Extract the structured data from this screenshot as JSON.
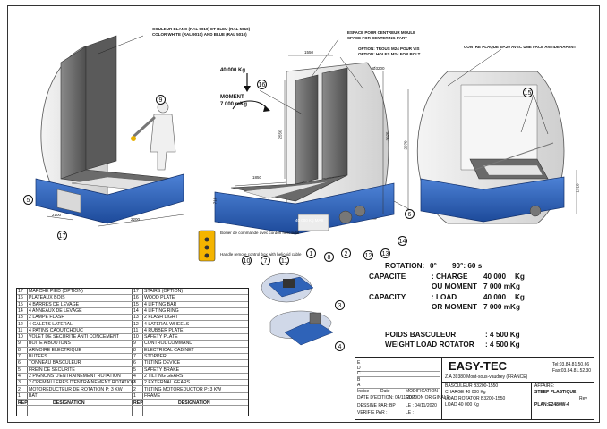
{
  "labels": {
    "color_fr": "COULEUR BLANC (RAL 9010) ET BLEU (RAL 5010)",
    "color_en": "COLOR WHITE (RAL 9010) AND BLUE (RAL 5010)",
    "centering_fr": "ESPACE POUR CENTREUR MOULE",
    "centering_en": "SPACE FOR CENTERING PART",
    "holes_fr": "OPTION: TROUS M24 POUR VIS",
    "holes_en": "OPTION: HOLES M24 FOR BOLT",
    "plate": "CONTRE PLAQUE EP.20 AVEC UNE FACE ANTIDERAPANT",
    "load": "40 000 Kg",
    "moment_label": "MOMENT",
    "moment_value": "7 000 mKg",
    "remote_fr": "Boitier de commande avec cordon helicoidal",
    "remote_en": "Handle remote control box with helicoid cable",
    "dim_1550": "1550",
    "dim_3200": "Ø3200",
    "dim_2550": "2550",
    "dim_3075": "3075",
    "dim_2070": "2070",
    "dim_1850": "1850",
    "dim_710": "710",
    "dim_2100": "2100",
    "dim_2200": "2200",
    "dim_1910": "1910",
    "machine_text": "40 000 Kg MAX"
  },
  "callouts": [
    "1",
    "2",
    "3",
    "4",
    "5",
    "6",
    "7",
    "8",
    "9",
    "10",
    "11",
    "12",
    "13",
    "14",
    "15",
    "16",
    "17"
  ],
  "specs": {
    "rotation_label": "ROTATION:",
    "rotation_value": "0°",
    "rotation_arrow": "90°: 60 s",
    "capacite": "CAPACITE",
    "charge": ": CHARGE",
    "charge_value": "40 000",
    "charge_unit": "Kg",
    "ou_moment": "OU MOMENT",
    "ou_moment_value": "7 000 mKg",
    "capacity": "CAPACITY",
    "load_label": ": LOAD",
    "load_value": "40 000",
    "load_unit": "Kg",
    "or_moment": "OR MOMENT",
    "or_moment_value": "7 000 mKg",
    "poids": "POIDS BASCULEUR",
    "poids_value": ": 4 500 Kg",
    "weight": "WEIGHT LOAD ROTATOR",
    "weight_value": ": 4 500 Kg"
  },
  "bom": {
    "rows": [
      {
        "rep": "17",
        "fr": "MARCHE PIED (OPTION)",
        "rep2": "17",
        "en": "STAIRS (OPTION)"
      },
      {
        "rep": "16",
        "fr": "PLATEAUX BOIS",
        "rep2": "16",
        "en": "WOOD PLATE"
      },
      {
        "rep": "15",
        "fr": "4 BARRES DE LEVAGE",
        "rep2": "15",
        "en": "4 LIFTING BAR"
      },
      {
        "rep": "14",
        "fr": "4 ANNEAUX DE LEVAGE",
        "rep2": "14",
        "en": "4 LIFTING RING"
      },
      {
        "rep": "13",
        "fr": "2 LAMPE FLASH",
        "rep2": "13",
        "en": "2 FLASH LIGHT"
      },
      {
        "rep": "12",
        "fr": "4 GALETS LATERAL",
        "rep2": "12",
        "en": "4 LATERAL WHEELS"
      },
      {
        "rep": "11",
        "fr": "4 PATINS CAOUTCHOUC",
        "rep2": "11",
        "en": "4 RUBBER PLATE"
      },
      {
        "rep": "10",
        "fr": "VOLET DE SECURITE ANTI CONCEMENT",
        "rep2": "10",
        "en": "SAFETY PLATE"
      },
      {
        "rep": "9",
        "fr": "BOITE A BOUTONS",
        "rep2": "9",
        "en": "CONTROL COMMAND"
      },
      {
        "rep": "8",
        "fr": "ARMOIRE ELECTRIQUE",
        "rep2": "8",
        "en": "ELECTRICAL CABINET"
      },
      {
        "rep": "7",
        "fr": "BUTEES",
        "rep2": "7",
        "en": "STOPPER"
      },
      {
        "rep": "6",
        "fr": "TONNEAU BASCULEUR",
        "rep2": "6",
        "en": "TILTING DEVICE"
      },
      {
        "rep": "5",
        "fr": "FREIN DE SECURITE",
        "rep2": "5",
        "en": "SAFETY BRAKE"
      },
      {
        "rep": "4",
        "fr": "2 PIGNONS D'ENTRAINEMENT ROTATION",
        "rep2": "4",
        "en": "2 TILTING GEARS"
      },
      {
        "rep": "3",
        "fr": "2 CREMAILLERES D'ENTRAINEMENT ROTATION",
        "rep2": "3",
        "en": "2 EXTERNAL GEARS"
      },
      {
        "rep": "2",
        "fr": "MOTOREDUCTEUR DE ROTATION P: 3 KW",
        "rep2": "2",
        "en": "TILTING MOTOREDUCTOR P: 3 KW"
      },
      {
        "rep": "1",
        "fr": "BATI",
        "rep2": "1",
        "en": "FRAME"
      }
    ],
    "footer": {
      "rep": "REP",
      "designation": "DESIGNATION",
      "rep2": "REP",
      "designation2": "DESIGNATION"
    }
  },
  "title_block": {
    "revs": [
      "E",
      "D",
      "C",
      "B",
      "A"
    ],
    "indice": "Indice",
    "date": "Date",
    "modification": "MODIFICATION",
    "edition": "EDITION ORIGINALE",
    "edition_date": "DATE D'EDITION: 04/11/2020",
    "dessine": "DESSINE PAR: BP",
    "dessine_le": "LE : 04/11/2020",
    "verifie": "VERIFIE PAR :",
    "verifie_le": "LE :",
    "company": "EASY-TEC",
    "address": "Z.A 39380 Mont-sous-vaudrey (FRANCE)",
    "tel": "Tel:03.84.81.50.66",
    "fax": "Fax:03.84.81.52.30",
    "basculeur": "BASCULEUR B3200-1550",
    "charge": "CHARGE 40 000 Kg",
    "load_rotator": "LOAD ROTATOR B3200-1550",
    "load": "LOAD 40 000 Kg",
    "affaire": "AFFAIRE:",
    "affaire_value": "STEEP PLASTIQUE",
    "plan": "PLAN:E2480W-4",
    "rev": "Rev"
  },
  "colors": {
    "blue": "#2f63b8",
    "blue_dark": "#1c3f80",
    "grey": "#6a6a6a",
    "light": "#e6e6e6"
  }
}
